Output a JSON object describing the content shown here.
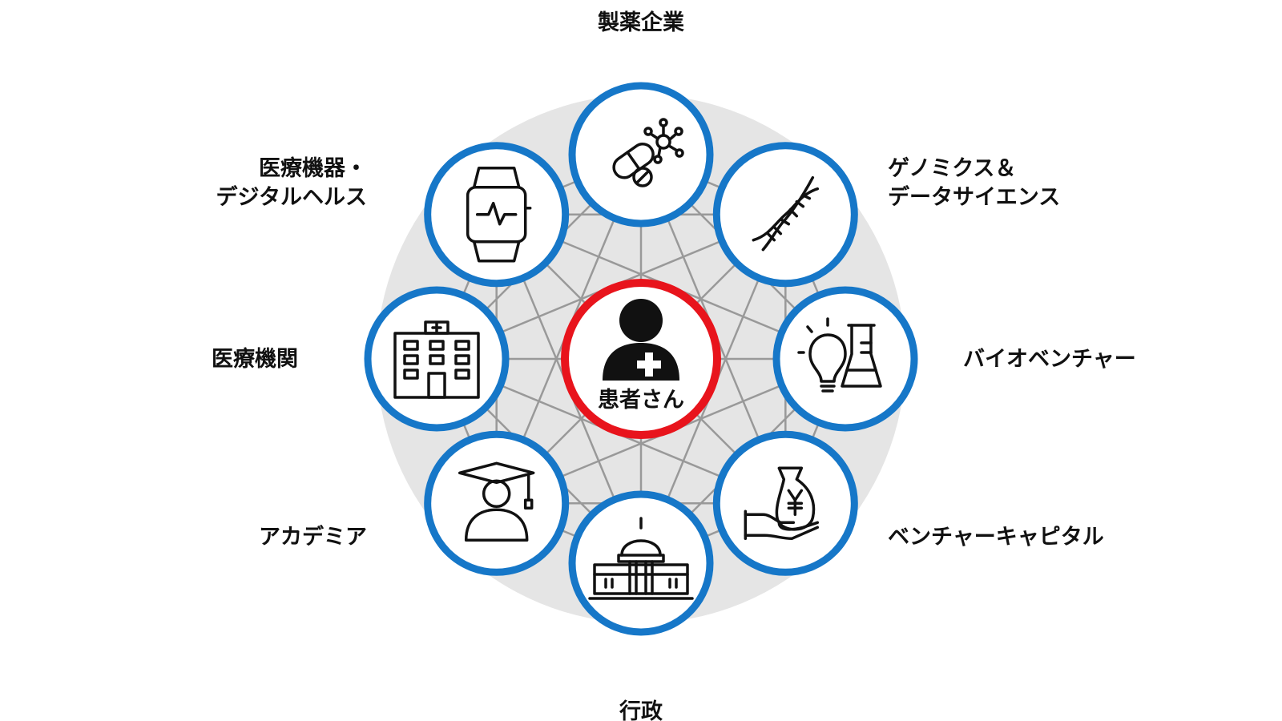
{
  "center": {
    "label": "患者さん",
    "icon": "patient-icon",
    "ring_color": "#e8141c"
  },
  "ring_color": "#1677c8",
  "line_color": "#999999",
  "background_disc_color": "#e5e5e5",
  "nodes": [
    {
      "key": "pharma",
      "icon": "medicine-molecule-icon",
      "lines": [
        "製薬企業"
      ]
    },
    {
      "key": "genomics",
      "icon": "dna-icon",
      "lines": [
        "ゲノミクス＆",
        "データサイエンス"
      ]
    },
    {
      "key": "bio",
      "icon": "lightbulb-flask-icon",
      "lines": [
        "バイオベンチャー"
      ]
    },
    {
      "key": "vc",
      "icon": "hand-money-bag-icon",
      "lines": [
        "ベンチャーキャピタル"
      ]
    },
    {
      "key": "gov",
      "icon": "capitol-building-icon",
      "lines": [
        "行政"
      ]
    },
    {
      "key": "academia",
      "icon": "graduate-icon",
      "lines": [
        "アカデミア"
      ]
    },
    {
      "key": "hospital",
      "icon": "hospital-icon",
      "lines": [
        "医療機関"
      ]
    },
    {
      "key": "device",
      "icon": "smartwatch-icon",
      "lines": [
        "医療機器・",
        "デジタルヘルス"
      ]
    }
  ]
}
